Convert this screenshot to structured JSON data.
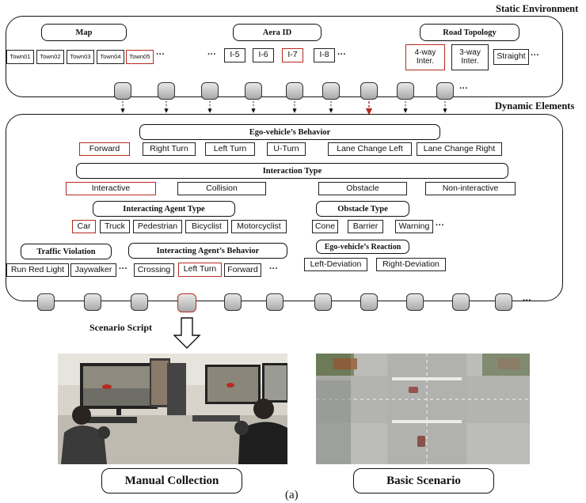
{
  "static_environment": {
    "title": "Static Environment",
    "map": {
      "label": "Map",
      "towns": [
        "Town01",
        "Town02",
        "Town03",
        "Town04",
        "Town05"
      ],
      "selected": "Town05"
    },
    "area_id": {
      "label": "Aera ID",
      "items": [
        "I-5",
        "I-6",
        "I-7",
        "I-8"
      ],
      "selected": "I-7"
    },
    "road_topology": {
      "label": "Road Topology",
      "items": [
        "4-way Inter.",
        "3-way Inter.",
        "Straight"
      ],
      "selected": "4-way Inter."
    },
    "ellipsis": "···"
  },
  "dynamic_elements": {
    "title": "Dynamic Elements",
    "ego_behavior": {
      "label": "Ego-vehicle’s Behavior",
      "items": [
        "Forward",
        "Right Turn",
        "Left Turn",
        "U-Turn",
        "Lane Change Left",
        "Lane Change Right"
      ],
      "selected": "Forward"
    },
    "interaction_type": {
      "label": "Interaction Type",
      "items": [
        "Interactive",
        "Collision",
        "Obstacle",
        "Non-interactive"
      ],
      "selected": "Interactive"
    },
    "interacting_agent_type": {
      "label": "Interacting Agent Type",
      "items": [
        "Car",
        "Truck",
        "Pedestrian",
        "Bicyclist",
        "Motorcyclist"
      ],
      "selected": "Car"
    },
    "obstacle_type": {
      "label": "Obstacle Type",
      "items": [
        "Cone",
        "Barrier",
        "Warning"
      ]
    },
    "traffic_violation": {
      "label": "Traffic Violation",
      "items": [
        "Run Red Light",
        "Jaywalker"
      ]
    },
    "interacting_agent_behavior": {
      "label": "Interacting Agent’s Behavior",
      "items": [
        "Crossing",
        "Left Turn",
        "Forward"
      ],
      "selected": "Left Turn"
    },
    "ego_reaction": {
      "label": "Ego-vehicle’s Reaction",
      "items": [
        "Left-Deviation",
        "Right-Deviation"
      ]
    },
    "ellipsis": "···"
  },
  "scenario_script_label": "Scenario Script",
  "images": [
    {
      "caption": "Manual Collection"
    },
    {
      "caption": "Basic Scenario"
    }
  ],
  "figure_label": "(a)",
  "colors": {
    "highlight": "#b52a22",
    "stroke": "#111111",
    "node_fill": "#bdbdbd"
  }
}
